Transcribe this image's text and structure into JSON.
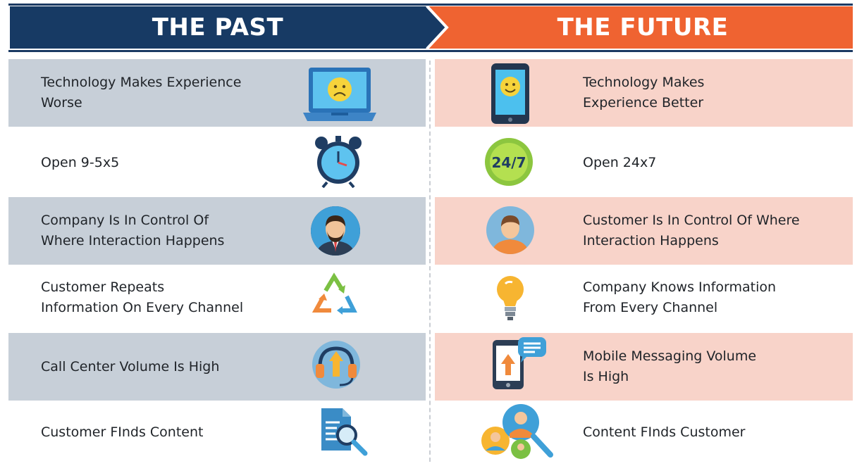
{
  "header": {
    "past_title": "THE PAST",
    "future_title": "THE FUTURE",
    "past_color": "#173a64",
    "future_color": "#ef6331"
  },
  "rows": [
    {
      "past": {
        "text": "Technology Makes Experience\nWorse",
        "icon": "laptop-sad-face-icon"
      },
      "future": {
        "text": "Technology Makes\n Experience Better",
        "icon": "phone-happy-face-icon"
      },
      "shaded": true
    },
    {
      "past": {
        "text": "Open 9-5x5",
        "icon": "alarm-clock-icon"
      },
      "future": {
        "text": "Open 24x7",
        "icon": "24-7-badge-icon",
        "badge": "24/7"
      },
      "shaded": false
    },
    {
      "past": {
        "text": "Company Is In Control Of\nWhere Interaction Happens",
        "icon": "businessman-avatar-icon"
      },
      "future": {
        "text": "Customer  Is In Control Of Where\nInteraction Happens",
        "icon": "customer-avatar-icon"
      },
      "shaded": true
    },
    {
      "past": {
        "text": "Customer Repeats\nInformation On Every Channel",
        "icon": "recycle-arrows-icon"
      },
      "future": {
        "text": "Company Knows Information\nFrom Every Channel",
        "icon": "lightbulb-icon"
      },
      "shaded": false
    },
    {
      "past": {
        "text": "Call Center Volume Is High",
        "icon": "headset-icon"
      },
      "future": {
        "text": "Mobile Messaging Volume\nIs High",
        "icon": "mobile-message-icon"
      },
      "shaded": true
    },
    {
      "past": {
        "text": "Customer FInds Content",
        "icon": "document-search-icon"
      },
      "future": {
        "text": "Content FInds Customer",
        "icon": "people-search-icon"
      },
      "shaded": false
    }
  ],
  "colors": {
    "left_shade": "#c7cfd8",
    "right_shade": "#f8d3c9",
    "text": "#1f2328"
  }
}
